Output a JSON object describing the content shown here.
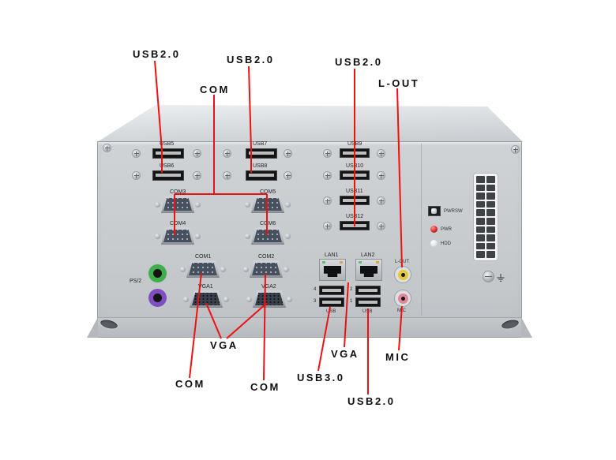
{
  "annotations": {
    "usb2_top_1": "USB2.0",
    "usb2_top_2": "USB2.0",
    "usb2_top_3": "USB2.0",
    "com_top": "COM",
    "l_out": "L-OUT",
    "vga_bottom_left": "VGA",
    "com_bottom_left": "COM",
    "com_bottom_mid": "COM",
    "usb3_bottom": "USB3.0",
    "vga_bottom_mid": "VGA",
    "usb2_bottom": "USB2.0",
    "mic_bottom": "MIC"
  },
  "panel_labels": {
    "usb5": "USB5",
    "usb6": "USB6",
    "usb7": "USB7",
    "usb8": "USB8",
    "usb9": "USB9",
    "usb10": "USB10",
    "usb11": "USB11",
    "usb12": "USB12",
    "com1": "COM1",
    "com2": "COM2",
    "com3": "COM3",
    "com4": "COM4",
    "com5": "COM5",
    "com6": "COM6",
    "vga1": "VGA1",
    "vga2": "VGA2",
    "ps2": "PS/2",
    "lan1": "LAN1",
    "lan2": "LAN2",
    "l_out": "L-OUT",
    "mic": "MIC",
    "usb_stack_left": "USB",
    "usb_stack_right": "USB",
    "port_num_4": "4",
    "port_num_3": "3",
    "port_num_2": "2",
    "port_num_1": "1",
    "pwrsw": "PWRSW",
    "pwr": "PWR",
    "hdd": "HDD"
  },
  "colors": {
    "annotation_line": "#ee1111",
    "annotation_text": "#0e0e0e",
    "chassis_face": "#c6cacd",
    "l_out_ring": "#e8c832",
    "mic_ring": "#e0879b",
    "ps2_top_port": "#3fae4a",
    "ps2_bottom_port": "#7d4fc0",
    "pwr_led": "#d42525"
  }
}
